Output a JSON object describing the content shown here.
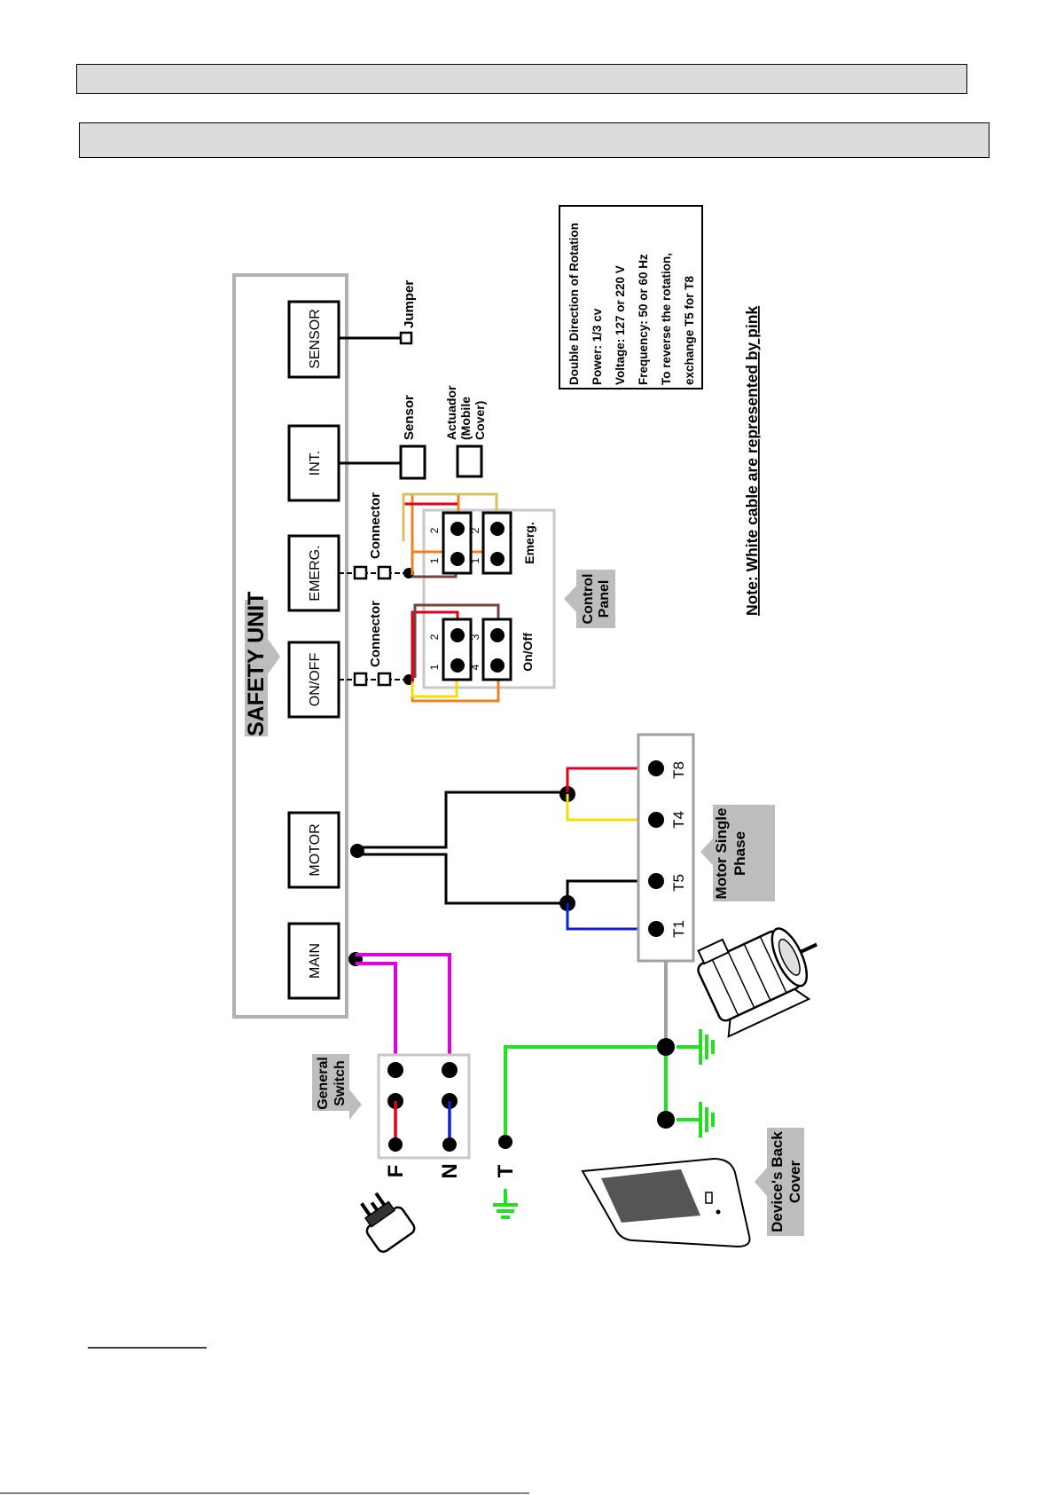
{
  "header": {
    "bar1_text": "",
    "bar2_text": ""
  },
  "safety_unit": {
    "title": "SAFETY UNIT",
    "modules": {
      "main": "MAIN",
      "motor": "MOTOR",
      "onoff": "ON/OFF",
      "emerg": "EMERG.",
      "int": "INT.",
      "sensor": "SENSOR"
    }
  },
  "labels": {
    "jumper": "Jumper",
    "sensor": "Sensor",
    "actuador_lines": [
      "Actuador",
      "(Mobile",
      "Cover)"
    ],
    "connector": "Connector",
    "control_panel_lines": [
      "Control",
      "Panel"
    ],
    "emerg_switch": "Emerg.",
    "onoff_switch": "On/Off",
    "general_switch_lines": [
      "General",
      "Switch"
    ],
    "motor_lines": [
      "Motor Single",
      "Phase"
    ],
    "device_back_cover_lines": [
      "Device's Back",
      "Cover"
    ],
    "plug_terminals": [
      "F",
      "N",
      "T"
    ],
    "motor_terminals": [
      "T8",
      "T4",
      "T5",
      "T1"
    ],
    "pin_numbers": {
      "emerg_a": [
        "2",
        "1"
      ],
      "emerg_b": [
        "2",
        "1"
      ],
      "onoff_a": [
        "2",
        "1"
      ],
      "onoff_b": [
        "3",
        "4"
      ]
    }
  },
  "spec_box": {
    "lines": [
      "Double Direction of Rotation",
      "Power: 1/3 cv",
      "Voltage: 127 or 220 V",
      "Frequency: 50 or 60 Hz",
      "To reverse the rotation,",
      "exchange T5 for T8"
    ]
  },
  "note": "Note: White cable are represented by pink",
  "colors": {
    "red": "#e0001a",
    "yellow": "#f0e000",
    "blue": "#1020d0",
    "magenta": "#e000e0",
    "green": "#20e020",
    "orange": "#f08020",
    "brown": "#7a4040",
    "tan": "#d8c060",
    "grey": "#b0b0b0",
    "callout": "#bdbdbd"
  }
}
